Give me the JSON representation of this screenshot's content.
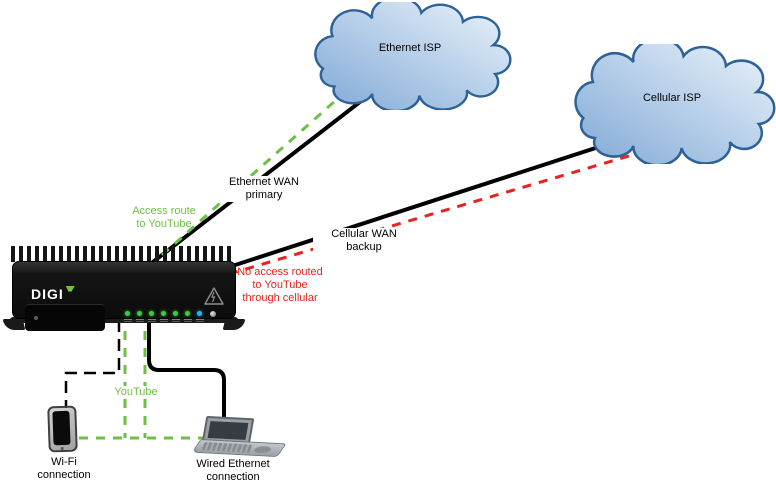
{
  "colors": {
    "route_green": "#6dbf45",
    "route_red": "#e8221e",
    "line_black": "#000000",
    "cloud_border": "#2e6296",
    "cloud_fill_dark": "#7fa8d6",
    "cloud_fill_light": "#eef5fc",
    "led_green": "#3ecb3e",
    "led_blue": "#2bb3ea"
  },
  "clouds": {
    "ethernet": {
      "label": "Ethernet ISP"
    },
    "cellular": {
      "label": "Cellular ISP"
    }
  },
  "connections": {
    "ethernet_wan": {
      "line1": "Ethernet WAN",
      "line2": "primary",
      "style": "solid-black"
    },
    "cellular_wan": {
      "line1": "Cellular WAN",
      "line2": "backup",
      "style": "solid-black"
    },
    "access_route": {
      "line1": "Access route",
      "line2": "to YouTube",
      "style": "dashed-green"
    },
    "no_access_route": {
      "line1": "No access routed",
      "line2": "to YouTube",
      "line3": "through cellular",
      "style": "dashed-red"
    },
    "youtube_traffic": {
      "label": "YouTube",
      "style": "dashed-green"
    }
  },
  "devices": {
    "router": {
      "brand": "DIGI",
      "led_colors": [
        "#3ecb3e",
        "#3ecb3e",
        "#3ecb3e",
        "#3ecb3e",
        "#3ecb3e",
        "#3ecb3e",
        "#2bb3ea"
      ]
    },
    "wifi_client": {
      "line1": "Wi-Fi",
      "line2": "connection"
    },
    "wired_client": {
      "line1": "Wired Ethernet",
      "line2": "connection"
    }
  }
}
